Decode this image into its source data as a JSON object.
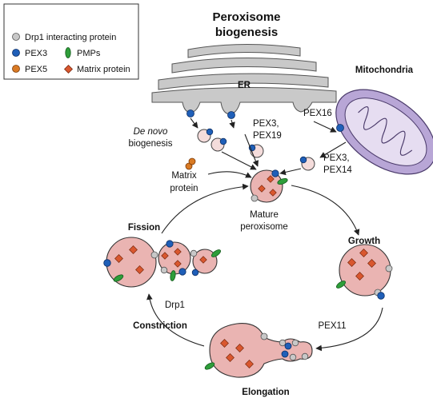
{
  "title": {
    "line1": "Peroxisome",
    "line2": "biogenesis"
  },
  "legend": {
    "drp1": "Drp1 interacting protein",
    "pex3": "PEX3",
    "pmps": "PMPs",
    "pex5": "PEX5",
    "matrix": "Matrix protein"
  },
  "labels": {
    "er": "ER",
    "mitochondria": "Mitochondria",
    "de_novo_italic": "De novo",
    "biogenesis": "biogenesis",
    "pex3_pex19_a": "PEX3,",
    "pex3_pex19_b": "PEX19",
    "pex16": "PEX16",
    "pex3_pex14_a": "PEX3,",
    "pex3_pex14_b": "PEX14",
    "matrix_protein_a": "Matrix",
    "matrix_protein_b": "protein",
    "mature_a": "Mature",
    "mature_b": "peroxisome",
    "growth": "Growth",
    "fission": "Fission",
    "drp1": "Drp1",
    "constriction": "Constriction",
    "pex11": "PEX11",
    "elongation": "Elongation"
  },
  "colors": {
    "pex3": "#1f5fb8",
    "drp1_protein": "#c8c8c8",
    "pex5": "#d97a24",
    "pmp": "#2e9e3a",
    "matrix": "#d9572f",
    "peroxisome_fill": "#eab4b2",
    "vesicle_fill": "#f4dcdb",
    "er": "#c9c9c9",
    "mito_outer": "#b8a6d6",
    "mito_inner": "#e6ddf1"
  }
}
